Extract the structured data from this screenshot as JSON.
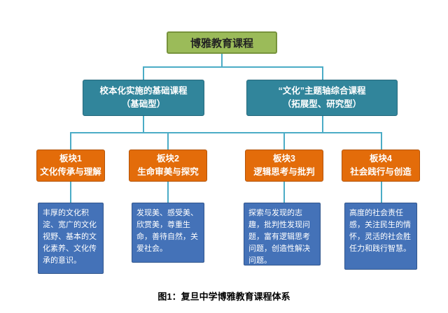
{
  "diagram": {
    "root": {
      "label": "博雅教育课程"
    },
    "level2": [
      {
        "line1": "校本化实施的基础课程",
        "line2": "（基础型）"
      },
      {
        "line1": "“文化”主题轴综合课程",
        "line2": "（拓展型、研究型）"
      }
    ],
    "modules": [
      {
        "title": "板块1",
        "subtitle": "文化传承与理解",
        "description": "丰厚的文化积淀、宽广的文化视野、基本的文化素养、文化传承的意识。"
      },
      {
        "title": "板块2",
        "subtitle": "生命审美与探究",
        "description": "发现美、感受美、欣赏美，尊重生命，善待自然，关爱社会。"
      },
      {
        "title": "板块3",
        "subtitle": "逻辑思考与批判",
        "description": "探索与发现的志趣，批判性发现问题，富有逻辑思考问题，创造性解决问题。"
      },
      {
        "title": "板块4",
        "subtitle": "社会践行与创造",
        "description": "高度的社会责任感，关注民生的情怀，灵活的社会胜任力和践行智慧。"
      }
    ],
    "caption": "图1：复旦中学博雅教育课程体系"
  },
  "colors": {
    "root_fill": "#9BBB59",
    "level2_fill": "#31859B",
    "module_fill": "#E36C0A",
    "description_fill": "#4472B8",
    "connector": "#4BACC6"
  }
}
